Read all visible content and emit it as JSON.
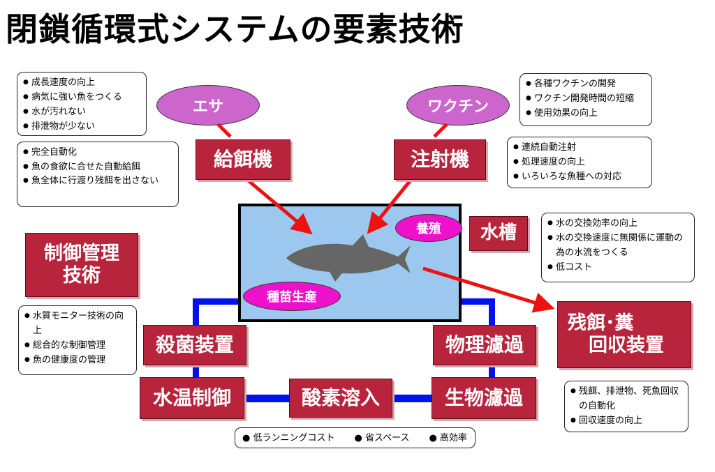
{
  "title": "閉鎖循環式システムの要素技術",
  "ovals": {
    "feed": "エサ",
    "vaccine": "ワクチン",
    "culture": "養殖",
    "seed": "種苗生産"
  },
  "boxes": {
    "feeder": "給餌機",
    "injector": "注射機",
    "tank": "水槽",
    "control_line1": "制御管理",
    "control_line2": "技術",
    "sterilizer": "殺菌装置",
    "water_temp": "水温制御",
    "oxygen": "酸素溶入",
    "bio_filter": "生物濾過",
    "phys_filter": "物理濾過",
    "recovery_line1": "残餌･糞",
    "recovery_line2": "回収装置"
  },
  "notes": {
    "feed": [
      "成長速度の向上",
      "病気に強い魚をつくる",
      "水が汚れない",
      "排泄物が少ない"
    ],
    "feeder": [
      "完全自動化",
      "魚の食欲に合せた自動給餌",
      "魚全体に行渡り残餌を出さない"
    ],
    "vaccine": [
      "各種ワクチンの開発",
      "ワクチン開発時間の短縮",
      "使用効果の向上"
    ],
    "injector": [
      "連続自動注射",
      "処理速度の向上",
      "いろいろな魚種への対応"
    ],
    "tank": [
      "水の交換効率の向上",
      "水の交換速度に無関係に運動の為の水流をつくる",
      "低コスト"
    ],
    "control": [
      "水質モニター技術の向上",
      "総合的な制御管理",
      "魚の健康度の管理"
    ],
    "recovery": [
      "残餌、排泄物、死魚回収の自動化",
      "回収速度の向上"
    ],
    "footer": [
      "低ランニングコスト",
      "省スペース",
      "高効率"
    ]
  },
  "colors": {
    "box": "#b7243b",
    "oval": "#cc66cc",
    "oval_pink": "#ee11cc",
    "pipe": "#0011ee",
    "arrow": "#ee1111",
    "tank": "#9cc8f0",
    "fish": "#666666"
  }
}
